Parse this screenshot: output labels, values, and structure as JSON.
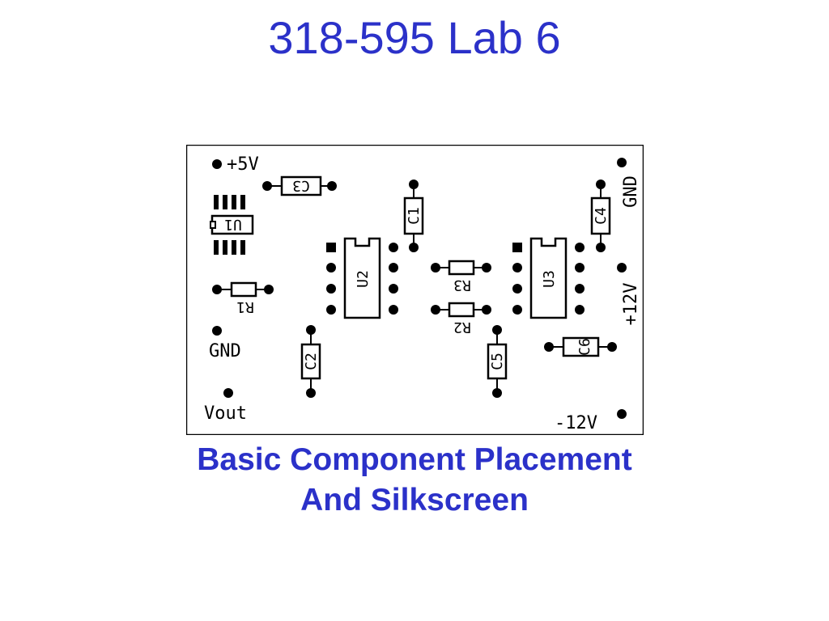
{
  "slide": {
    "title": "318-595 Lab 6",
    "caption_line1": "Basic Component Placement",
    "caption_line2": "And Silkscreen",
    "accent_color": "#2b31c9"
  },
  "board": {
    "labels": {
      "plus5v": "+5V",
      "gnd_left": "GND",
      "vout": "Vout",
      "gnd_right": "GND",
      "plus12v": "+12V",
      "minus12v": "-12V"
    },
    "components": {
      "c1": "C1",
      "c2": "C2",
      "c3": "C3",
      "c4": "C4",
      "c5": "C5",
      "c6": "C6",
      "r1": "R1",
      "r2": "R2",
      "r3": "R3",
      "u1": "U1",
      "u2": "U2",
      "u3": "U3"
    }
  }
}
